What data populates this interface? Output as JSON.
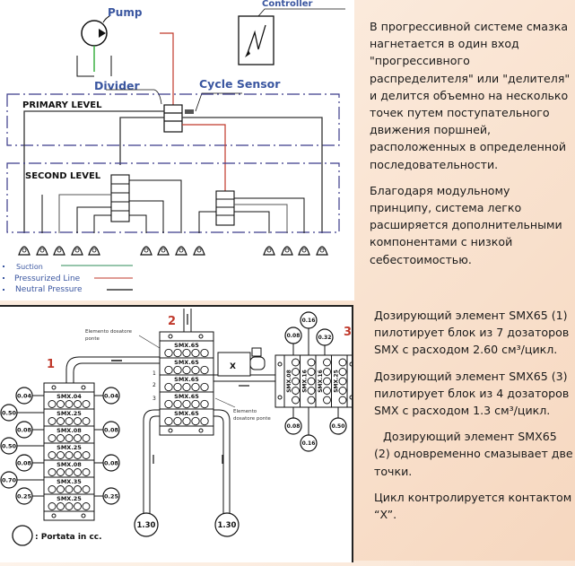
{
  "top_diagram": {
    "labels": {
      "pump": "Pump",
      "controller": "Controller",
      "divider": "Divider",
      "cycle_sensor": "Cycle Sensor",
      "primary_level": "PRIMARY LEVEL",
      "second_level": "SECOND LEVEL"
    },
    "legend": [
      {
        "label": "Suction",
        "color": "#2e8b57"
      },
      {
        "label": "Pressurized Line",
        "color": "#c0392b"
      },
      {
        "label": "Neutral Pressure",
        "color": "#111111"
      }
    ],
    "lubrication_points": 13
  },
  "top_text": {
    "paragraphs": [
      "В прогрессивной системе смазка нагнетается в один вход \"прогрессивного распределителя\" или \"делителя\" и делится объемно на несколько точек путем поступательного движения поршней, расположенных в определенной последовательности.",
      "Благодаря модульному принципу, система легко расширяется дополнительными компонентами с низкой себестоимостью."
    ]
  },
  "bottom_diagram": {
    "block_numbers": [
      "1",
      "2",
      "3"
    ],
    "annotation_top": "Elemento dosatore ponte",
    "annotation_bottom": "Elemento dosatore ponte",
    "contact_label": "X",
    "port_numbers": [
      "1",
      "2",
      "3"
    ],
    "legend_text": ": Portata in cc.",
    "block1": {
      "top_label": "SMX.04",
      "elements": [
        "SMX.04",
        "SMX.25",
        "SMX.08",
        "SMX.25",
        "SMX.08",
        "SMX.35",
        "SMX.25"
      ],
      "left_outputs": [
        "0.04",
        "0.50",
        "0.08",
        "0.50",
        "0.08",
        "0.70",
        "0.25"
      ],
      "right_outputs": [
        "0.04",
        "0.08",
        "0.08",
        "0.25"
      ]
    },
    "block2": {
      "elements": [
        "SMX.65",
        "SMX.65",
        "SMX.65",
        "SMX.65",
        "SMX.65"
      ],
      "outputs": [
        "1.30",
        "1.30"
      ]
    },
    "block3": {
      "elements": [
        "SMX.08",
        "SMX.16",
        "SMX.16",
        "SMX.25"
      ],
      "top_outputs": [
        "0.08",
        "0.16",
        "0.32"
      ],
      "bottom_outputs": [
        "0.08",
        "0.16",
        "0.50"
      ]
    }
  },
  "bottom_text": {
    "paragraphs": [
      "Дозирующий элемент SMX65 (1) пилотирует блок из 7 дозаторов SMX с расходом 2.60 см³/цикл.",
      "Дозирующий элемент SMX65 (3) пилотирует блок из 4 дозаторов SMX с расходом  1.3 см³/цикл.",
      "Дозирующий элемент SMX65 (2) одновременно смазывает две точки.",
      "Цикл контролируется контактом “X”."
    ]
  }
}
